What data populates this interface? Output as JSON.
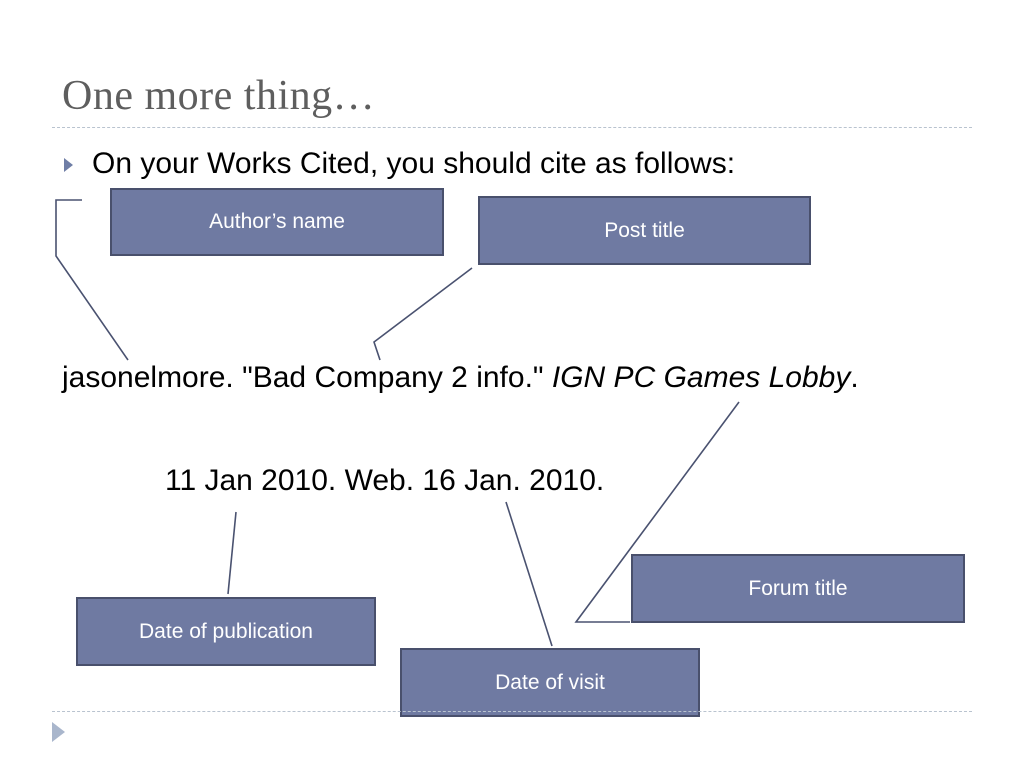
{
  "slide": {
    "title": "One more thing…",
    "bullet": "On your Works Cited, you should cite as follows:"
  },
  "citation": {
    "line1_plain": "jasonelmore. \"Bad Company 2 info.\" ",
    "line1_italic": "IGN PC Games Lobby",
    "line1_end": ".",
    "line2": "11 Jan 2010. Web. 16 Jan. 2010."
  },
  "labels": {
    "author": "Author’s name",
    "post_title": "Post title",
    "forum_title": "Forum title",
    "date_of_publication": "Date of publication",
    "date_of_visit": "Date of visit"
  },
  "colors": {
    "label_fill": "#6f7aa2",
    "label_border": "#49506c",
    "connector": "#4a5270",
    "title_text": "#5e5e5e",
    "bullet_marker": "#6f7ea6"
  },
  "icons": {
    "bullet": "triangle-right-icon",
    "nav": "play-triangle-icon"
  }
}
